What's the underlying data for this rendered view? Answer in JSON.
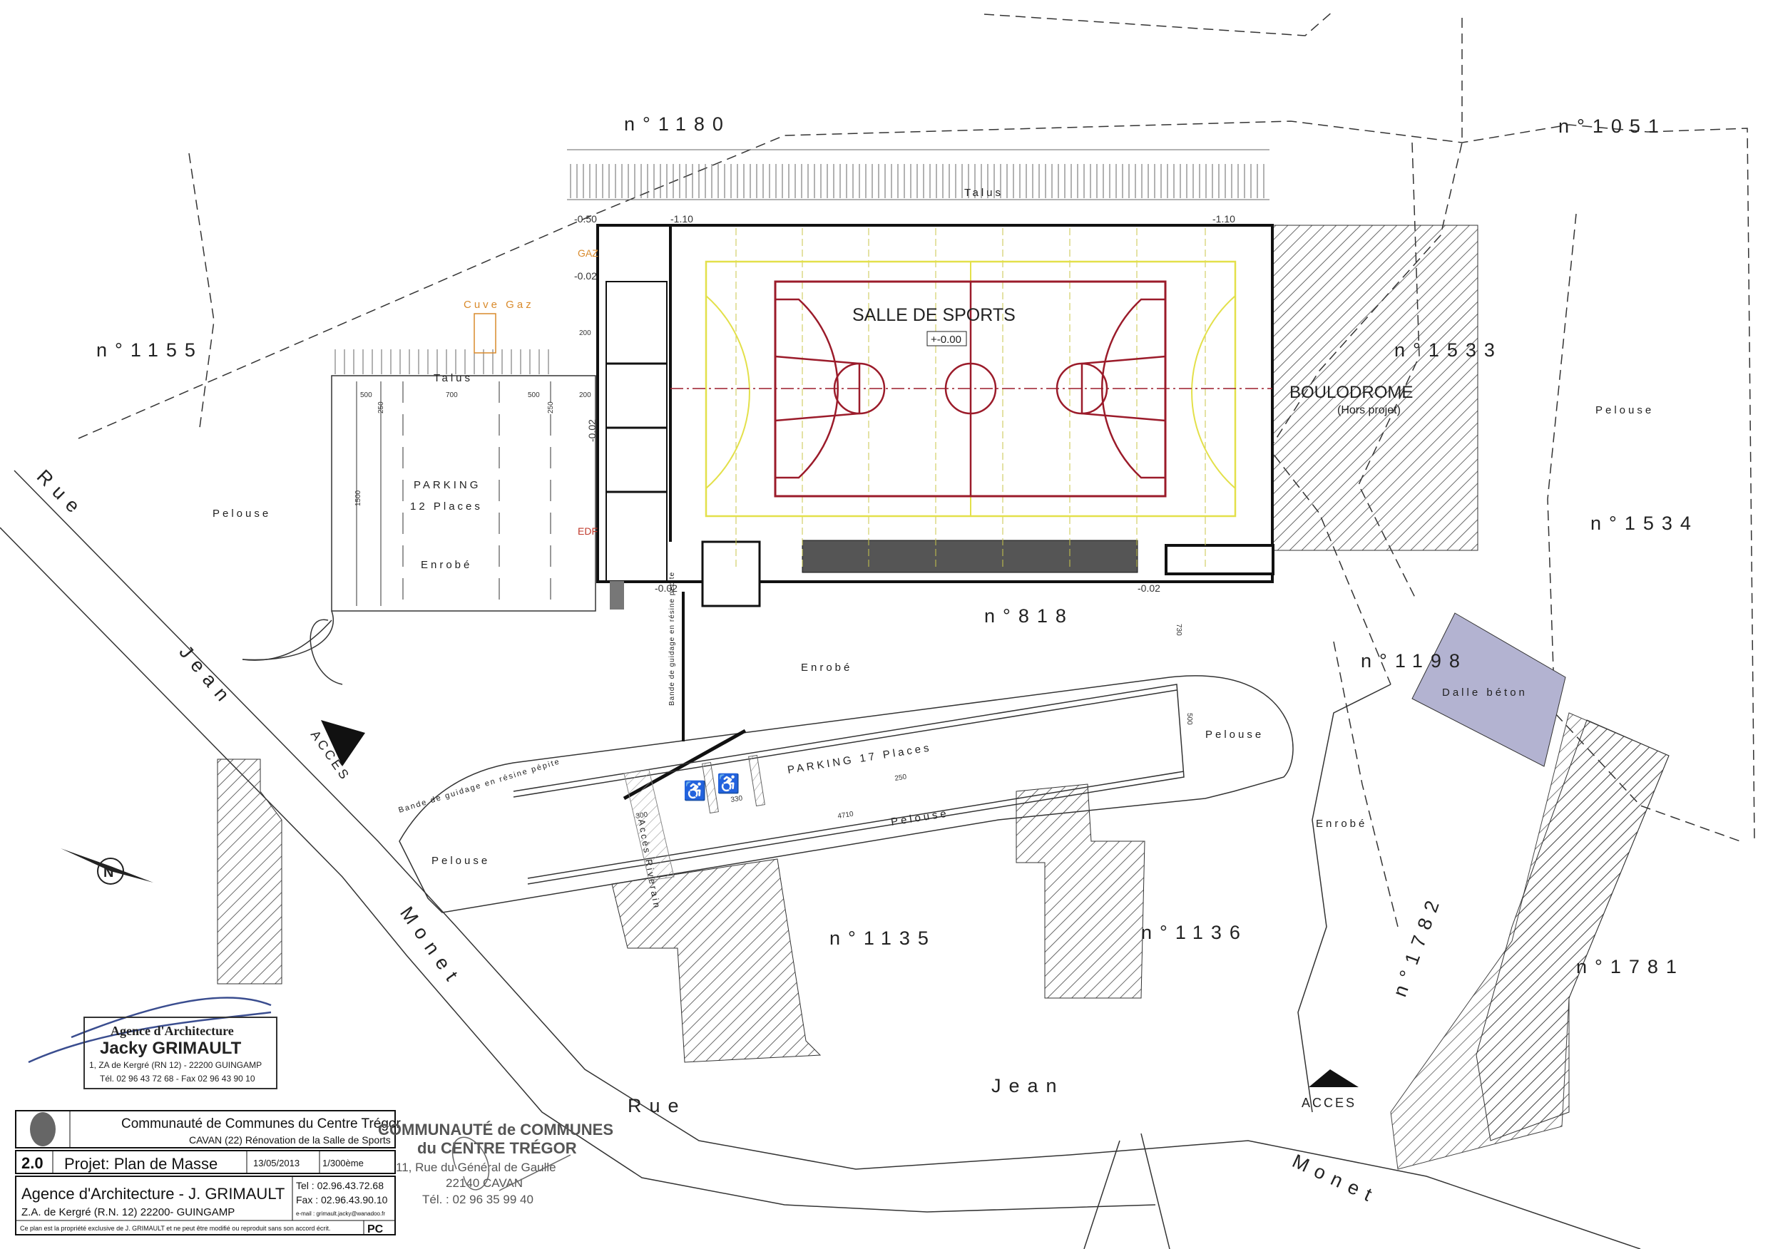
{
  "parcels": {
    "p1180": "n°1180",
    "p1051": "n°1051",
    "p1155": "n°1155",
    "p1533": "n°1533",
    "p1534": "n°1534",
    "p818": "n°818",
    "p1198": "n°1198",
    "p1782": "n°1782",
    "p1781": "n°1781",
    "p1135": "n°1135",
    "p1136": "n°1136"
  },
  "labels": {
    "talus": "Talus",
    "cuve_gaz": "Cuve Gaz",
    "gaz": "GAZ",
    "edf": "EDF",
    "pelouse": "Pelouse",
    "enrobe": "Enrobé",
    "parking12_line1": "PARKING",
    "parking12_line2": "12 Places",
    "parking17": "PARKING 17 Places",
    "salle": "SALLE DE SPORTS",
    "level_zero": "+-0.00",
    "boulodrome": "BOULODROME",
    "hors_projet": "(Hors projet)",
    "dalle_beton": "Dalle béton",
    "acces": "ACCES",
    "acces_riverain": "Accès Riverain",
    "bande_guidage": "Bande de guidage en résine pépite",
    "street_rue": "Rue",
    "street_jean": "Jean",
    "street_monet": "Monet"
  },
  "levels": [
    "-0.50",
    "-1.10",
    "-1.10",
    "-0.02",
    "-0.02",
    "-0.02",
    "-0.02"
  ],
  "dimensions": {
    "parking12_top": [
      "500",
      "700",
      "500"
    ],
    "parking12_side": "250",
    "parking12_total": "1500",
    "gap": "200",
    "parking17_spaces": "250",
    "parking17_pmr": "330",
    "parking17_access": "300",
    "parking17_total": "4710",
    "parking17_depth": "500",
    "walk": "730"
  },
  "stamp": {
    "line1": "Agence d'Architecture",
    "line2": "Jacky GRIMAULT",
    "line3": "1, ZA de Kergré (RN 12) - 22200 GUINGAMP",
    "line4": "Tél. 02 96 43 72 68 - Fax 02 96 43 90 10"
  },
  "title_block": {
    "client": "Communauté de Communes du Centre Trégor",
    "project": "CAVAN (22) Rénovation de la Salle de Sports",
    "number": "2.0",
    "title": "Projet: Plan de Masse",
    "date": "13/05/2013",
    "scale": "1/300ème",
    "architect": "Agence d'Architecture  - J. GRIMAULT",
    "address": "Z.A. de Kergré (R.N. 12) 22200- GUINGAMP",
    "tel": "Tel : 02.96.43.72.68",
    "fax": "Fax : 02.96.43.90.10",
    "email": "e-mail : grimault.jacky@wanadoo.fr",
    "notice": "Ce plan est la propriété exclusive de J. GRIMAULT et ne peut être modifié ou reproduit sans son accord écrit.",
    "phase": "PC"
  },
  "cc_stamp": {
    "line1": "COMMUNAUTÉ de COMMUNES",
    "line2": "du CENTRE TRÉGOR",
    "line3": "11, Rue du Général de Gaulle",
    "line4": "22140 CAVAN",
    "line5": "Tél. : 02 96 35 99 40"
  },
  "colors": {
    "court_red": "#9b1b2a",
    "court_yellow": "#e3e04a",
    "dalle": "#b3b3d1",
    "orange": "#d98a2b"
  }
}
